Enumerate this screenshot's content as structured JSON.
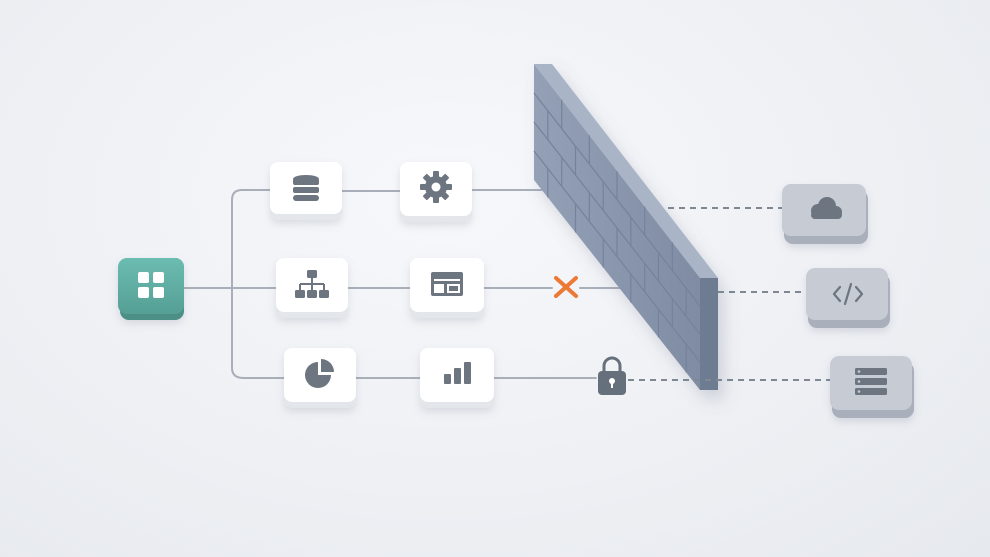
{
  "diagram": {
    "hub": {
      "icon": "grid-icon",
      "color": "#5fb0a6"
    },
    "internal_nodes": [
      {
        "id": "database",
        "icon": "database-icon",
        "row": 0,
        "col": 0
      },
      {
        "id": "settings",
        "icon": "gear-icon",
        "row": 0,
        "col": 1
      },
      {
        "id": "org-chart",
        "icon": "hierarchy-icon",
        "row": 1,
        "col": 0
      },
      {
        "id": "dashboard",
        "icon": "layout-icon",
        "row": 1,
        "col": 1
      },
      {
        "id": "pie-chart",
        "icon": "pie-chart-icon",
        "row": 2,
        "col": 0
      },
      {
        "id": "bar-chart",
        "icon": "bar-chart-icon",
        "row": 2,
        "col": 1
      }
    ],
    "external_nodes": [
      {
        "id": "cloud",
        "icon": "cloud-icon",
        "row": 0
      },
      {
        "id": "code",
        "icon": "code-icon",
        "row": 1
      },
      {
        "id": "server",
        "icon": "server-icon",
        "row": 2
      }
    ],
    "markers": {
      "blocked": {
        "icon": "x-icon",
        "row": 1,
        "color": "#ec7a36"
      },
      "locked": {
        "icon": "padlock-icon",
        "row": 2,
        "color": "#66707d"
      }
    },
    "wall": {
      "color": "#8896ad"
    },
    "colors": {
      "line": "#a9afb9",
      "dashed_line": "#7f8793",
      "icon": "#6d7480",
      "tile": "#ffffff",
      "external_tile": "#c6cbd4"
    }
  }
}
